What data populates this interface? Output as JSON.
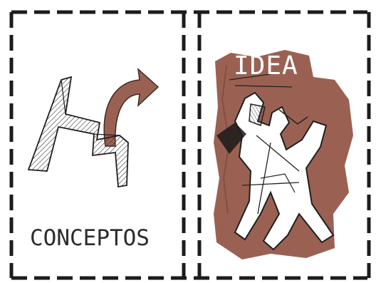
{
  "panels": {
    "left": {
      "label": "CONCEPTOS"
    },
    "right": {
      "label": "IDEA"
    }
  },
  "colors": {
    "frame": "#1c1c1c",
    "terracotta": "#9a6153",
    "ink": "#2b2b2b",
    "paper": "#ffffff"
  },
  "icons": {
    "left": "concept-sketch-with-curved-arrow",
    "right": "idea-figure-sketch"
  }
}
